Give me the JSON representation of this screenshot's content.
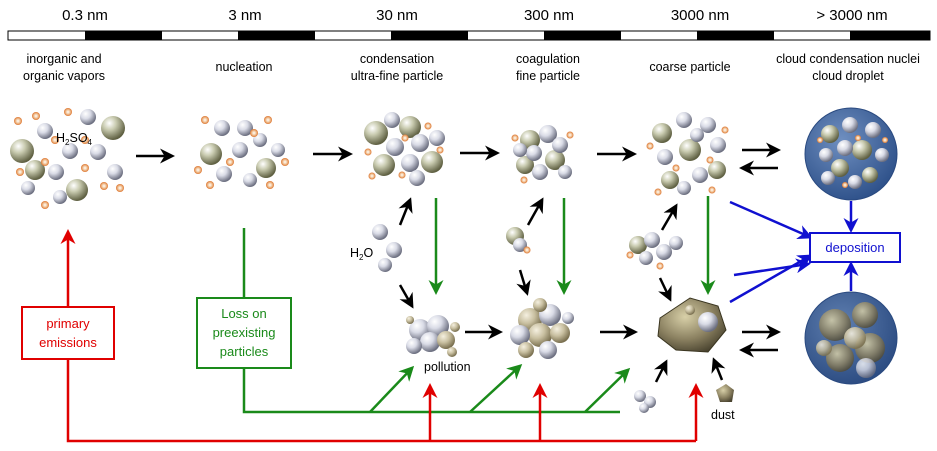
{
  "size_scale": [
    "0.3 nm",
    "3 nm",
    "30 nm",
    "300 nm",
    "3000 nm",
    "> 3000 nm"
  ],
  "stages": [
    {
      "line1": "inorganic and",
      "line2": "organic vapors"
    },
    {
      "line1": "nucleation",
      "line2": ""
    },
    {
      "line1": "condensation",
      "line2": "ultra-fine particle"
    },
    {
      "line1": "coagulation",
      "line2": "fine particle"
    },
    {
      "line1": "coarse particle",
      "line2": ""
    },
    {
      "line1": "cloud condensation  nuclei",
      "line2": "cloud droplet"
    }
  ],
  "labels": {
    "h2so4_main": "H",
    "h2so4_sub1": "2",
    "h2so4_mid": "SO",
    "h2so4_sub2": "4",
    "h2o_main": "H",
    "h2o_sub": "2",
    "h2o_end": "O",
    "pollution": "pollution",
    "dust": "dust"
  },
  "boxes": {
    "primary_line1": "primary",
    "primary_line2": "emissions",
    "loss_line1": "Loss on",
    "loss_line2": "preexisting",
    "loss_line3": "particles",
    "deposition": "deposition"
  },
  "colors": {
    "primary": "#e00000",
    "loss": "#1a8a1a",
    "deposition": "#1010d0",
    "droplet": "#3a5f9a",
    "sulfate_orange": "#e07020",
    "organic_olive": "#9a9a70"
  }
}
